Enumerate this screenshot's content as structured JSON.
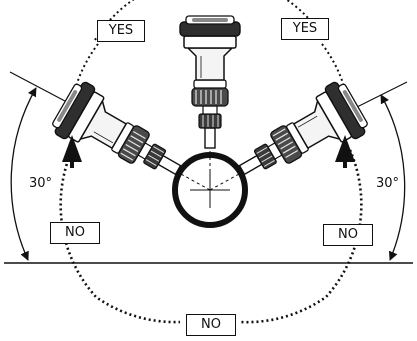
{
  "labels": {
    "yes_left": "YES",
    "yes_right": "YES",
    "no_left": "NO",
    "no_right": "NO",
    "no_bottom": "NO",
    "angle_left": "30°",
    "angle_right": "30°"
  },
  "colors": {
    "line": "#111111",
    "device_dark": "#2a2a2a",
    "device_light": "#f2f2f2"
  }
}
